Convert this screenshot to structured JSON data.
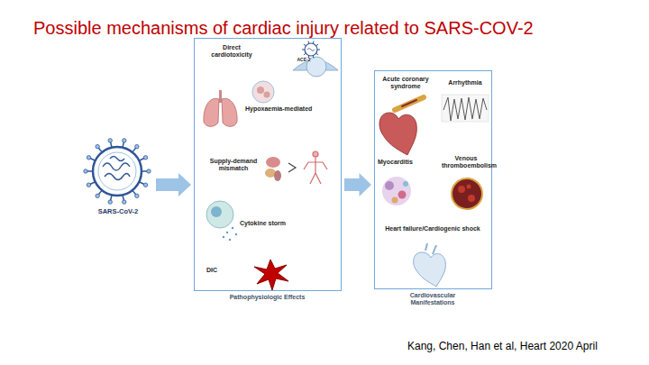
{
  "diagram": {
    "title": "Possible mechanisms of cardiac injury related to SARS-COV-2",
    "caption": "Kang, Chen, Han et al, Heart 2020 April",
    "nodes": [
      {
        "text": [
          "SARS-CoV-2"
        ]
      },
      {
        "text": [
          "Pathophysiologic Effects"
        ]
      },
      {
        "text": [
          "Cardiovascular Manifestations"
        ]
      }
    ],
    "edges": [
      {
        "from": 0,
        "to": 1,
        "arrow": "to"
      },
      {
        "from": 1,
        "to": 2,
        "arrow": "to"
      }
    ],
    "labels": [
      "Direct cardiotoxicity",
      "ACE-2",
      "Hypoxaemia-mediated",
      "Supply-demand mismatch",
      "Cytokine storm",
      "DIC",
      "Acute coronary syndrome",
      "Arrhythmia",
      "Myocarditis",
      "Venous thromboembolism",
      "Heart failure/Cardiogenic shock"
    ]
  }
}
